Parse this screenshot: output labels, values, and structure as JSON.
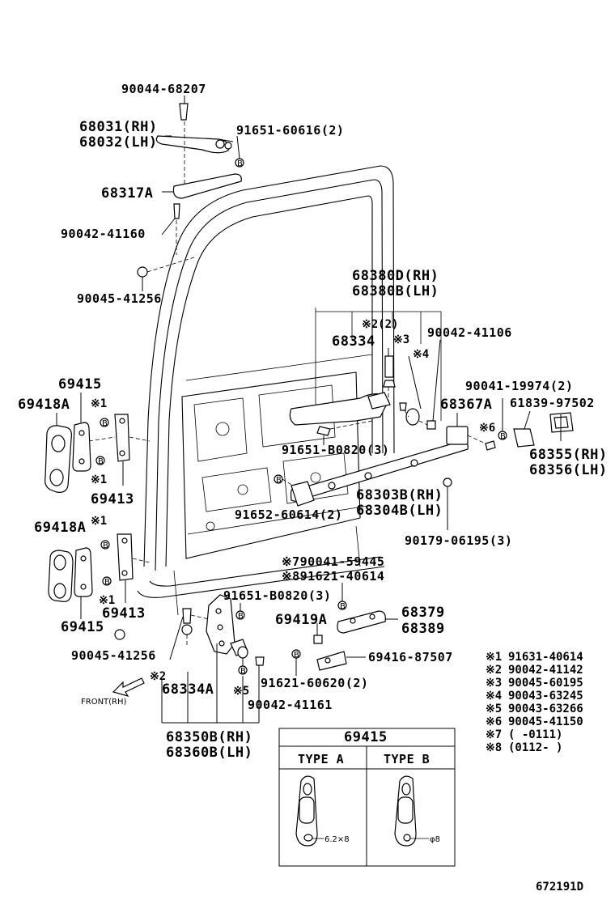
{
  "labels": {
    "p90044_68207": "90044-68207",
    "p68031": "68031(RH)",
    "p68032": "68032(LH)",
    "p91651_60616": "91651-60616(2)",
    "p68317A": "68317A",
    "p90042_41160": "90042-41160",
    "p90045_41256_top": "90045-41256",
    "p68380D": "68380D(RH)",
    "p68380B": "68380B(LH)",
    "note2_2": "※2(2)",
    "p68334": "68334",
    "note3": "※3",
    "p90042_41106": "90042-41106",
    "note4": "※4",
    "p90041_19974": "90041-19974(2)",
    "p68367A": "68367A",
    "p61839_97502": "61839-97502",
    "note6": "※6",
    "p68355": "68355(RH)",
    "p68356": "68356(LH)",
    "p69415_top": "69415",
    "p69418A_top": "69418A",
    "note1_a": "※1",
    "note1_b": "※1",
    "p69413_top": "69413",
    "p91651_B0820_a": "91651-B0820(3)",
    "p68303B": "68303B(RH)",
    "p68304B": "68304B(LH)",
    "p91652_60614": "91652-60614(2)",
    "p90179_06195": "90179-06195(3)",
    "p69418A_bot": "69418A",
    "note1_c": "※1",
    "note1_d": "※1",
    "p69413_bot": "69413",
    "p69415_bot": "69415",
    "p90041_59445": "※790041-59445",
    "p91621_40614": "※891621-40614",
    "p91651_B0820_b": "91651-B0820(3)",
    "p69419A": "69419A",
    "p68379": "68379",
    "p68389": "68389",
    "p90045_41256_bot": "90045-41256",
    "p69416_87507": "69416-87507",
    "note2_b": "※2",
    "p68334A": "68334A",
    "note5": "※5",
    "p91621_60620": "91621-60620(2)",
    "front": "FRONT(RH)",
    "p90042_41161": "90042-41161",
    "p68350B": "68350B(RH)",
    "p68360B": "68360B(LH)",
    "bolt_mark": "B"
  },
  "legend": [
    {
      "mark": "※1",
      "part": "91631-40614"
    },
    {
      "mark": "※2",
      "part": "90042-41142"
    },
    {
      "mark": "※3",
      "part": "90045-60195"
    },
    {
      "mark": "※4",
      "part": "90043-63245"
    },
    {
      "mark": "※5",
      "part": "90043-63266"
    },
    {
      "mark": "※6",
      "part": "90045-41150"
    },
    {
      "mark": "※7",
      "part": "(      -0111)"
    },
    {
      "mark": "※8",
      "part": "(0112-      )"
    }
  ],
  "inset": {
    "title": "69415",
    "type_a": "TYPE A",
    "type_b": "TYPE B",
    "dim_a": "6.2×8",
    "dim_b": "φ8"
  },
  "diagram_id": "672191D"
}
